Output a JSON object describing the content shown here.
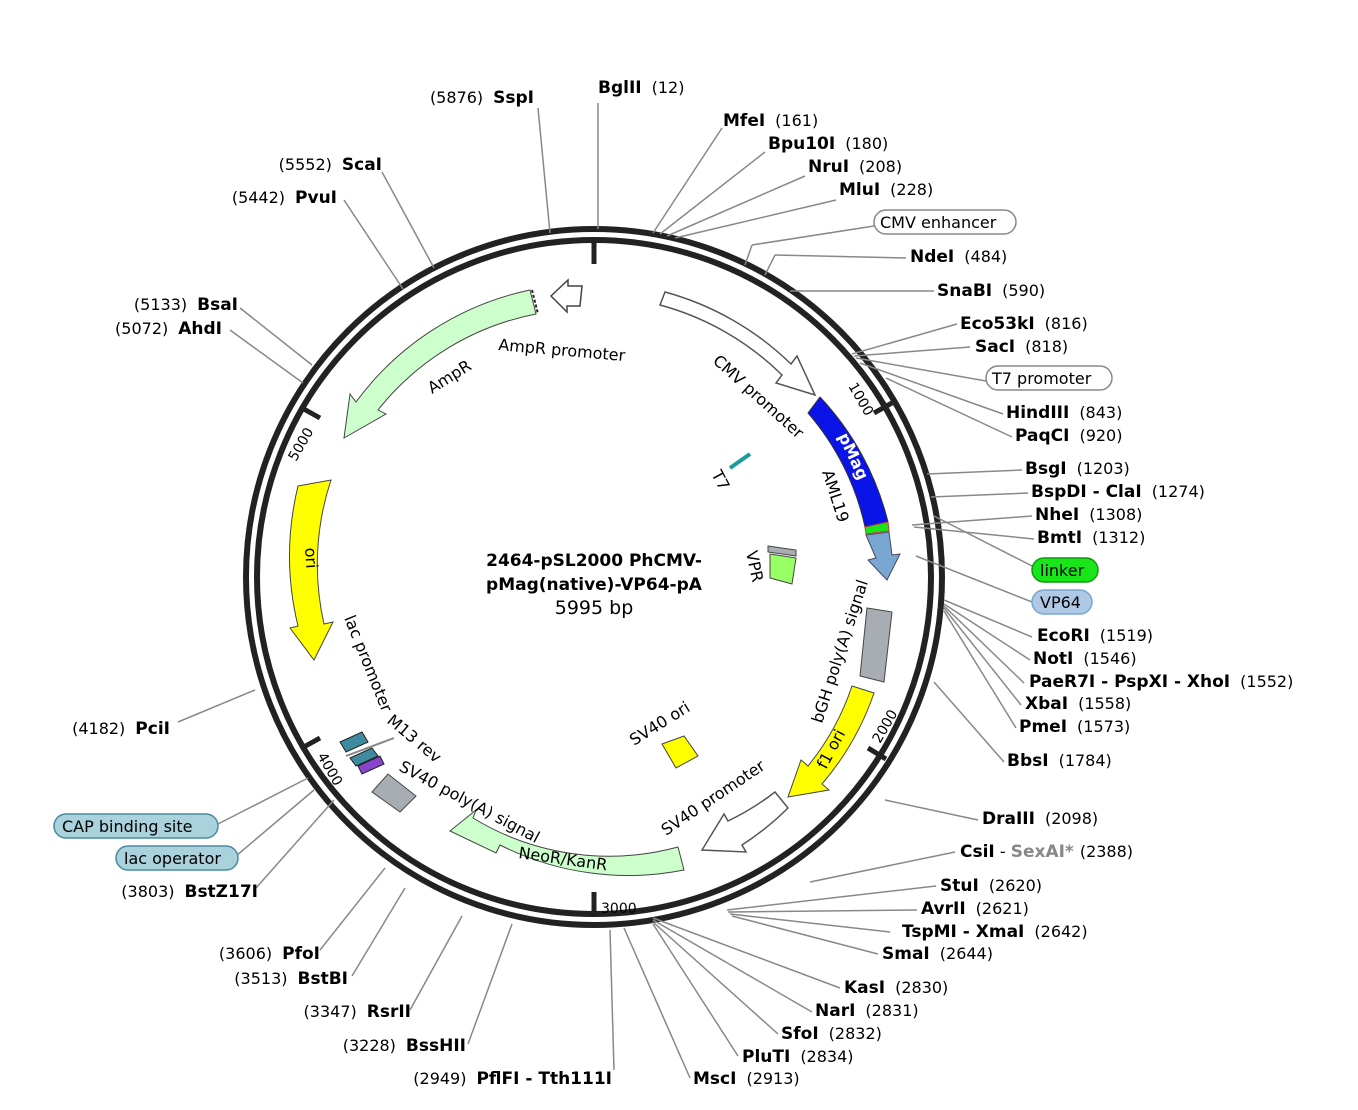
{
  "title_line1": "2464-pSL2000 PhCMV-",
  "title_line2": "pMag(native)-VP64-pA",
  "size": "5995 bp",
  "ticks": [
    "1000",
    "2000",
    "3000",
    "4000",
    "5000"
  ],
  "sites": [
    {
      "name": "BglII",
      "pos": "(12)"
    },
    {
      "name": "MfeI",
      "pos": "(161)"
    },
    {
      "name": "Bpu10I",
      "pos": "(180)"
    },
    {
      "name": "NruI",
      "pos": "(208)"
    },
    {
      "name": "MluI",
      "pos": "(228)"
    },
    {
      "name": "NdeI",
      "pos": "(484)"
    },
    {
      "name": "SnaBI",
      "pos": "(590)"
    },
    {
      "name": "Eco53kI",
      "pos": "(816)"
    },
    {
      "name": "SacI",
      "pos": "(818)"
    },
    {
      "name": "HindIII",
      "pos": "(843)"
    },
    {
      "name": "PaqCI",
      "pos": "(920)"
    },
    {
      "name": "BsgI",
      "pos": "(1203)"
    },
    {
      "name": "BspDI - ClaI",
      "pos": "(1274)"
    },
    {
      "name": "NheI",
      "pos": "(1308)"
    },
    {
      "name": "BmtI",
      "pos": "(1312)"
    },
    {
      "name": "EcoRI",
      "pos": "(1519)"
    },
    {
      "name": "NotI",
      "pos": "(1546)"
    },
    {
      "name": "PaeR7I - PspXI - XhoI",
      "pos": "(1552)"
    },
    {
      "name": "XbaI",
      "pos": "(1558)"
    },
    {
      "name": "PmeI",
      "pos": "(1573)"
    },
    {
      "name": "BbsI",
      "pos": "(1784)"
    },
    {
      "name": "DraIII",
      "pos": "(2098)"
    },
    {
      "name": "CsiI",
      "sep": " - ",
      "grey": "SexAI*",
      "pos": "(2388)"
    },
    {
      "name": "StuI",
      "pos": "(2620)"
    },
    {
      "name": "AvrII",
      "pos": "(2621)"
    },
    {
      "name": "TspMI - XmaI",
      "pos": "(2642)"
    },
    {
      "name": "SmaI",
      "pos": "(2644)"
    },
    {
      "name": "KasI",
      "pos": "(2830)"
    },
    {
      "name": "NarI",
      "pos": "(2831)"
    },
    {
      "name": "SfoI",
      "pos": "(2832)"
    },
    {
      "name": "PluTI",
      "pos": "(2834)"
    },
    {
      "name": "MscI",
      "pos": "(2913)"
    },
    {
      "name": "PflFI - Tth111I",
      "pos": "(2949)"
    },
    {
      "name": "BssHII",
      "pos": "(3228)"
    },
    {
      "name": "RsrII",
      "pos": "(3347)"
    },
    {
      "name": "BstBI",
      "pos": "(3513)"
    },
    {
      "name": "PfoI",
      "pos": "(3606)"
    },
    {
      "name": "BstZ17I",
      "pos": "(3803)"
    },
    {
      "name": "PciI",
      "pos": "(4182)"
    },
    {
      "name": "AhdI",
      "pos": "(5072)"
    },
    {
      "name": "BsaI",
      "pos": "(5133)"
    },
    {
      "name": "PvuI",
      "pos": "(5442)"
    },
    {
      "name": "ScaI",
      "pos": "(5552)"
    },
    {
      "name": "SspI",
      "pos": "(5876)"
    }
  ],
  "pills": [
    {
      "label": "CMV enhancer",
      "color": "#ffffff"
    },
    {
      "label": "T7 promoter",
      "color": "#ffffff"
    },
    {
      "label": "linker",
      "color": "#19e619"
    },
    {
      "label": "VP64",
      "color": "#aec8e6"
    },
    {
      "label": "CAP binding site",
      "color": "#a9d2dc"
    },
    {
      "label": "lac operator",
      "color": "#a9d2dc"
    }
  ],
  "features": {
    "cmv_promoter": "CMV promoter",
    "pmag": "pMag",
    "aml19": "AML19",
    "t7": "T7",
    "vpr": "VPR",
    "bgh": "bGH poly(A) signal",
    "f1": "f1 ori",
    "sv40_promoter": "SV40 promoter",
    "sv40_ori": "SV40 ori",
    "neor": "NeoR/KanR",
    "sv40_polya": "SV40 poly(A) signal",
    "m13rev": "M13 rev",
    "lac_promoter": "lac promoter",
    "ori": "ori",
    "ampr": "AmpR",
    "ampr_promoter": "AmpR promoter"
  },
  "colors": {
    "backbone": "#222222",
    "cmv": "#ffffff",
    "pmag": "#0a14e6",
    "linker": "#19e619",
    "vp64": "#7aa6d2",
    "polyA": "#a8adb3",
    "ori": "#ffff00",
    "neor": "#ccffcc",
    "ampr": "#ccffcc",
    "vpr": "#99ff66",
    "t7": "#1a9c9c",
    "m13": "#3e8ba0",
    "lac": "#8844cc"
  }
}
